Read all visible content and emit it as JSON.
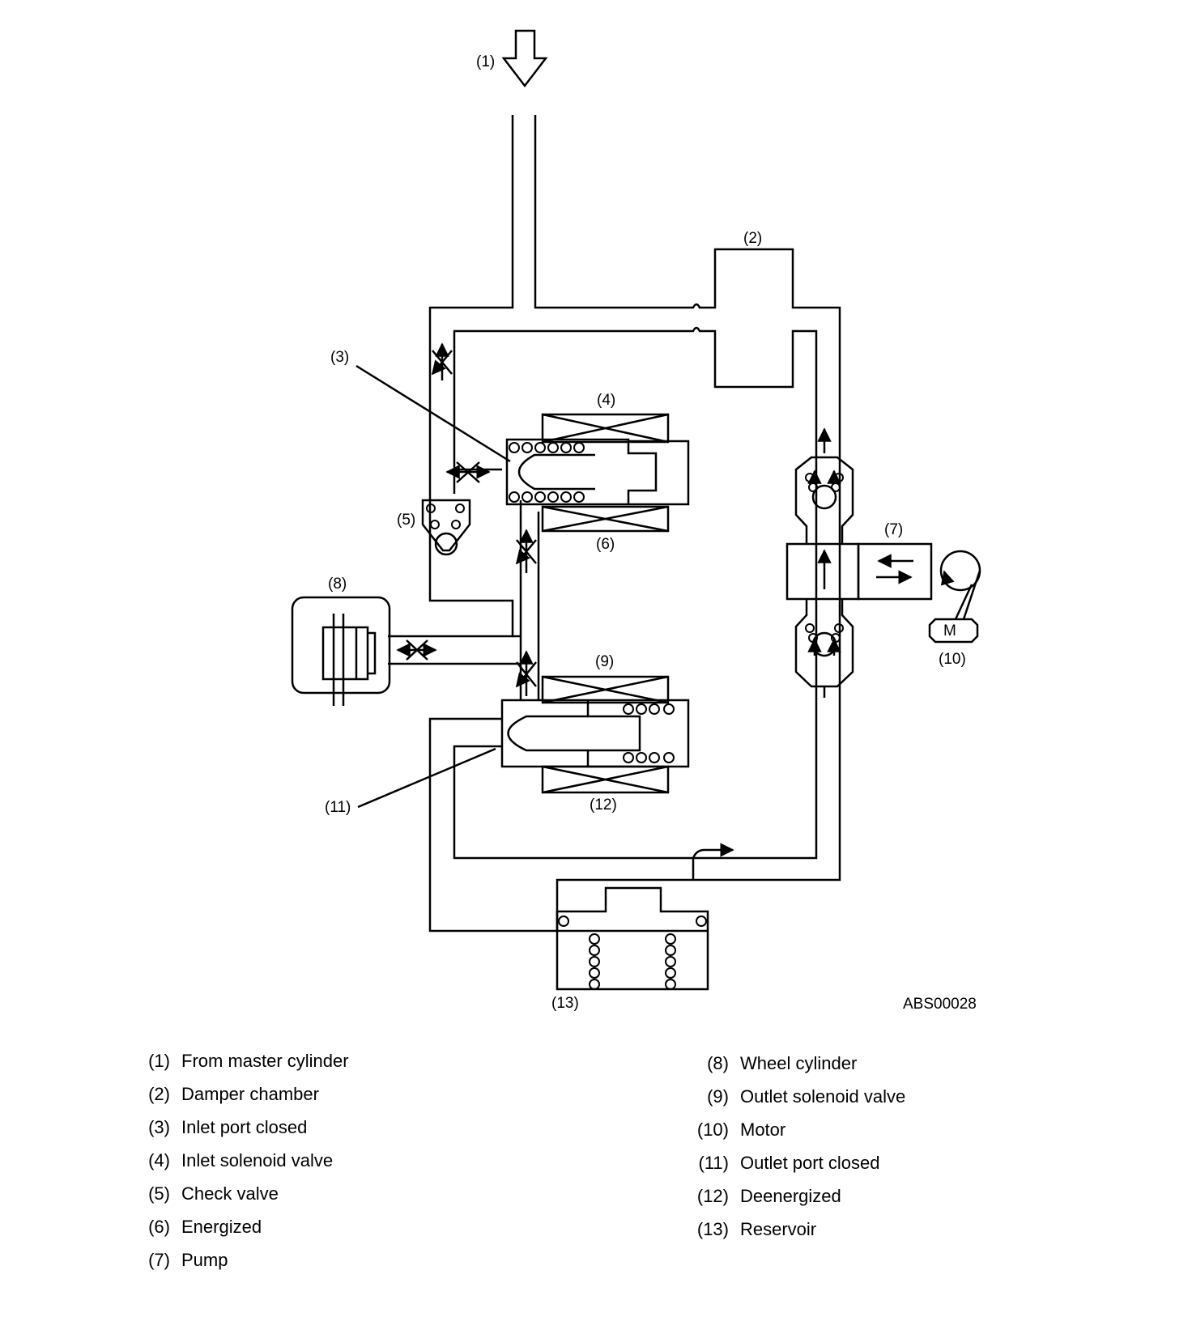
{
  "callouts": {
    "c1": "(1)",
    "c2": "(2)",
    "c3": "(3)",
    "c4": "(4)",
    "c5": "(5)",
    "c6": "(6)",
    "c7": "(7)",
    "c8": "(8)",
    "c9": "(9)",
    "c10": "(10)",
    "c11": "(11)",
    "c12": "(12)",
    "c13": "(13)"
  },
  "motor_letter": "M",
  "figure_code": "ABS00028",
  "legend": {
    "left": [
      {
        "num": "(1)",
        "text": "From master cylinder"
      },
      {
        "num": "(2)",
        "text": "Damper chamber"
      },
      {
        "num": "(3)",
        "text": "Inlet port closed"
      },
      {
        "num": "(4)",
        "text": "Inlet solenoid valve"
      },
      {
        "num": "(5)",
        "text": "Check valve"
      },
      {
        "num": "(6)",
        "text": "Energized"
      },
      {
        "num": "(7)",
        "text": "Pump"
      }
    ],
    "right": [
      {
        "num": "(8)",
        "text": "Wheel cylinder"
      },
      {
        "num": "(9)",
        "text": "Outlet solenoid valve"
      },
      {
        "num": "(10)",
        "text": "Motor"
      },
      {
        "num": "(11)",
        "text": "Outlet port closed"
      },
      {
        "num": "(12)",
        "text": "Deenergized"
      },
      {
        "num": "(13)",
        "text": "Reservoir"
      }
    ]
  }
}
